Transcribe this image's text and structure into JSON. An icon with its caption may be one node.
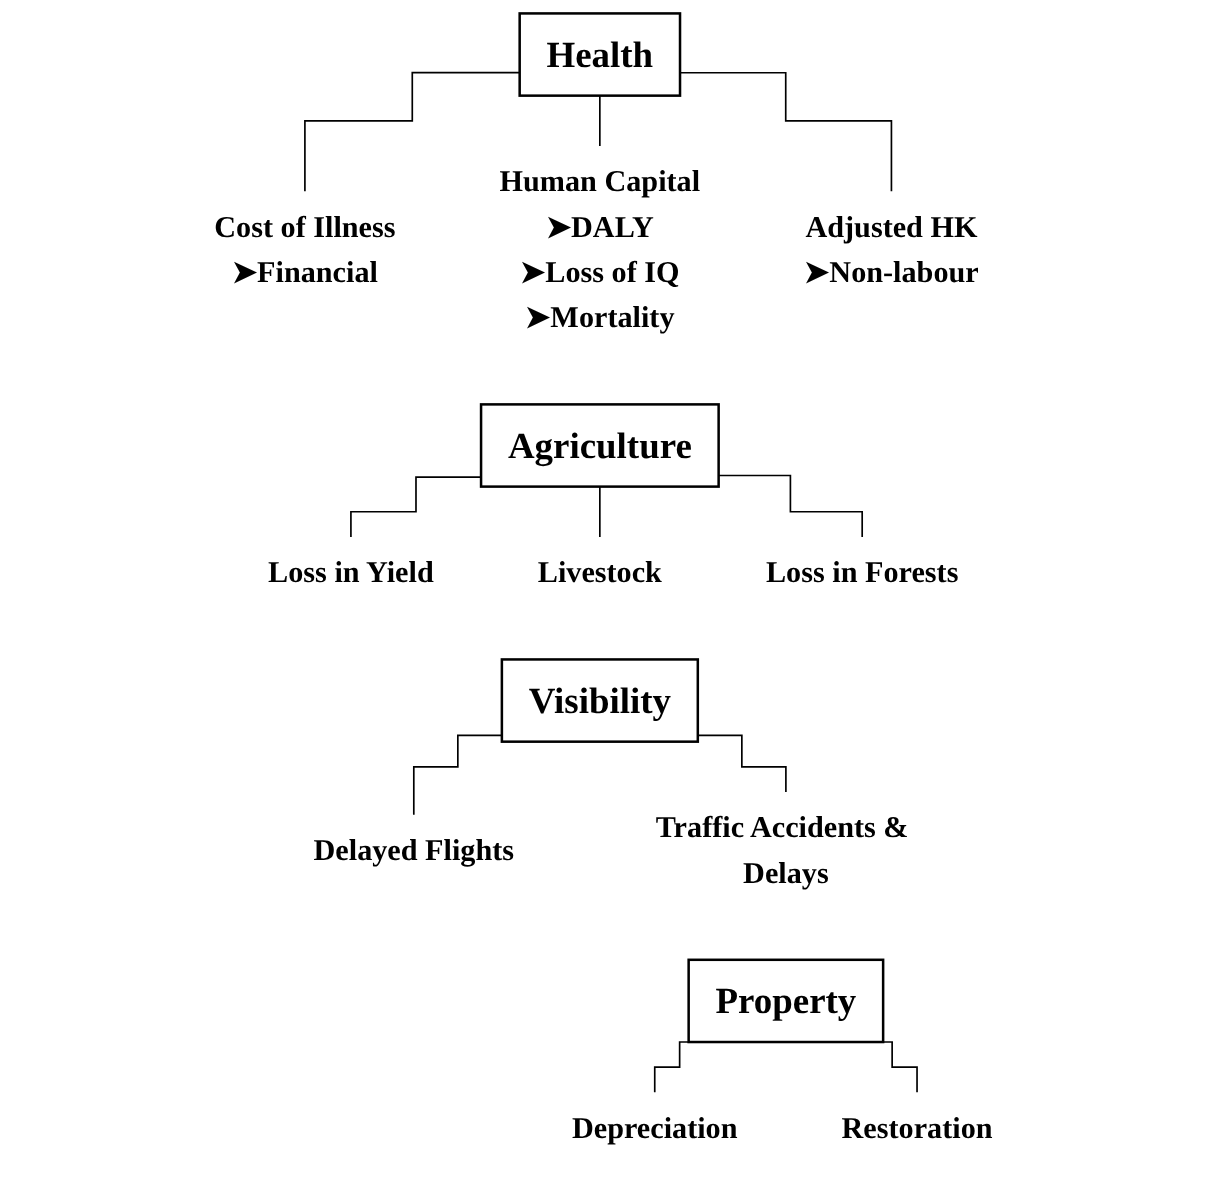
{
  "diagram": {
    "nodes": [
      {
        "text": [
          "Health"
        ]
      },
      {
        "text": [
          "Cost of Illness"
        ],
        "beside": [
          "➤Financial"
        ]
      },
      {
        "text": [
          "Human Capital"
        ],
        "beside": [
          "➤DALY",
          "➤Loss of IQ",
          "➤Mortality"
        ]
      },
      {
        "text": [
          "Adjusted HK"
        ],
        "beside": [
          "➤Non-labour"
        ]
      },
      {
        "text": [
          "Agriculture"
        ]
      },
      {
        "text": [
          "Loss in Yield"
        ]
      },
      {
        "text": [
          "Livestock"
        ]
      },
      {
        "text": [
          "Loss in Forests"
        ]
      },
      {
        "text": [
          "Visibility"
        ]
      },
      {
        "text": [
          "Delayed Flights"
        ]
      },
      {
        "text": [
          "Traffic Accidents & Delays"
        ]
      },
      {
        "text": [
          "Property"
        ]
      },
      {
        "text": [
          "Depreciation"
        ]
      },
      {
        "text": [
          "Restoration"
        ]
      }
    ],
    "edges": [
      {
        "from": 0,
        "to": 1,
        "arrow": "none"
      },
      {
        "from": 0,
        "to": 2,
        "arrow": "none"
      },
      {
        "from": 0,
        "to": 3,
        "arrow": "none"
      },
      {
        "from": 4,
        "to": 5,
        "arrow": "none"
      },
      {
        "from": 4,
        "to": 6,
        "arrow": "none"
      },
      {
        "from": 4,
        "to": 7,
        "arrow": "none"
      },
      {
        "from": 8,
        "to": 9,
        "arrow": "none"
      },
      {
        "from": 8,
        "to": 10,
        "arrow": "none"
      },
      {
        "from": 11,
        "to": 12,
        "arrow": "none"
      },
      {
        "from": 11,
        "to": 13,
        "arrow": "none"
      }
    ]
  }
}
